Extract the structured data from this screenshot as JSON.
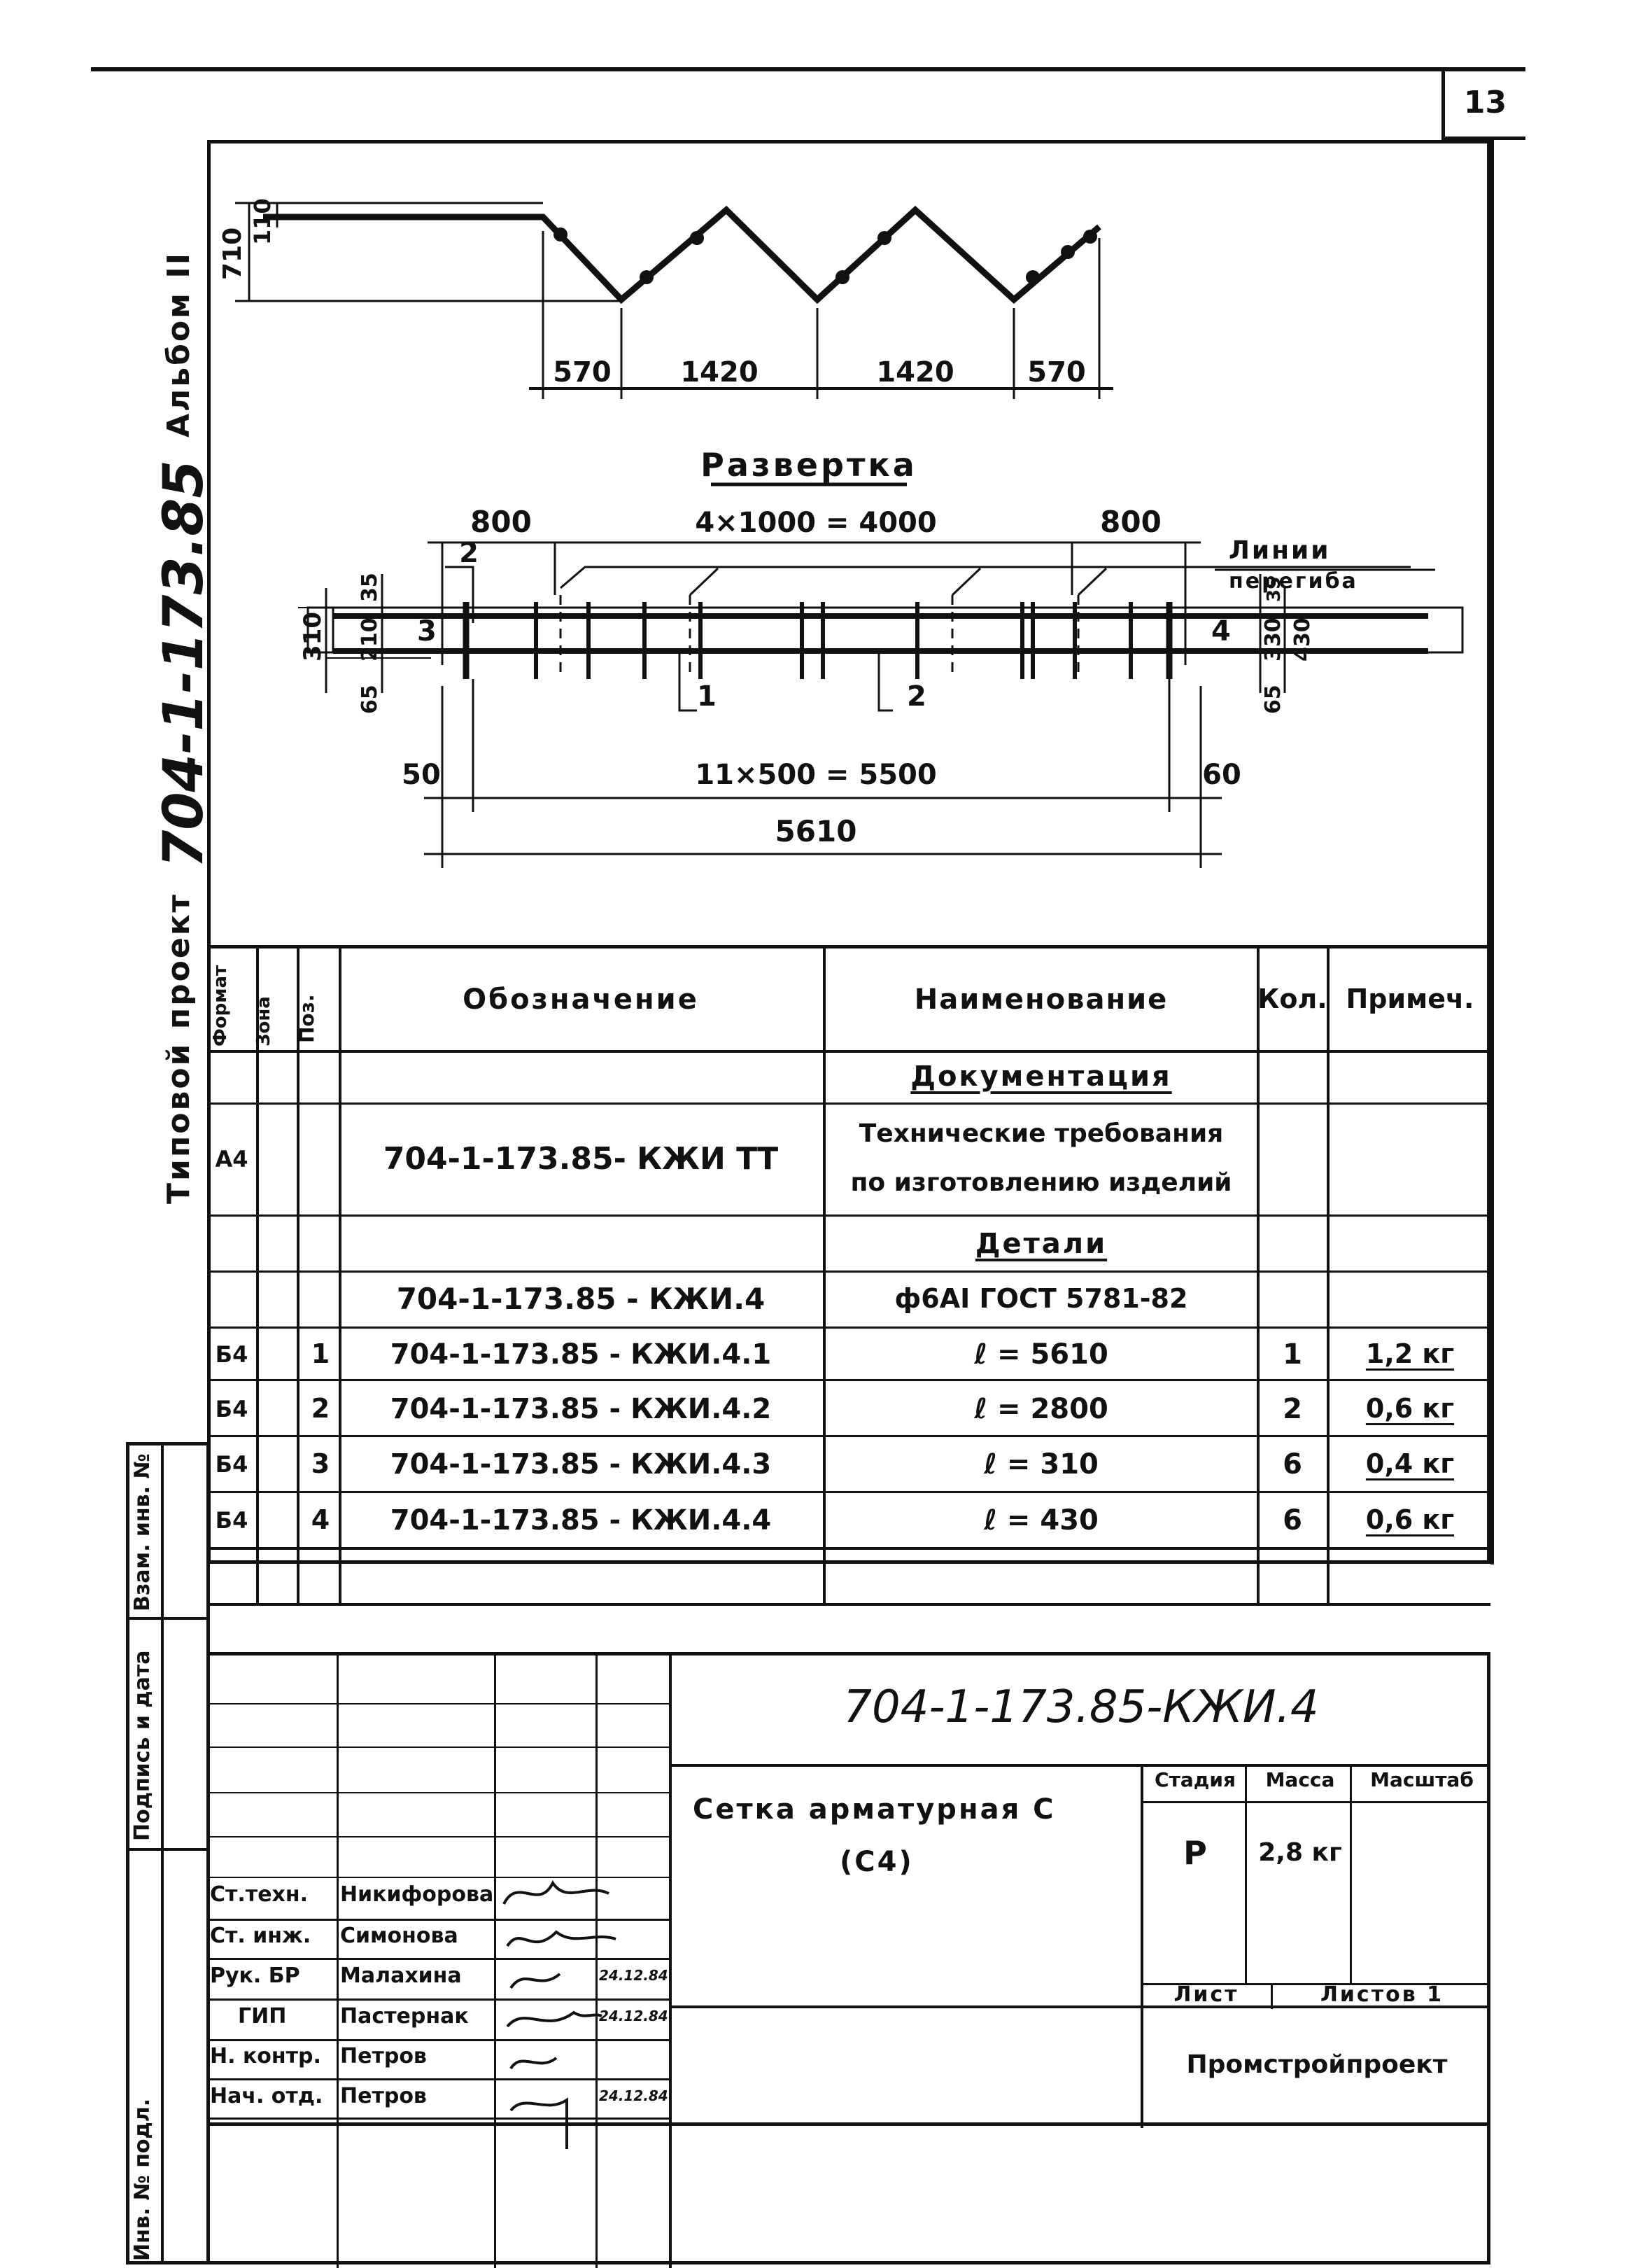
{
  "sheet": {
    "number": "13",
    "album": "Альбом II",
    "project_label": "Типовой проект",
    "project_code": "704-1-173.85"
  },
  "drawing": {
    "bent_dims": [
      "570",
      "1420",
      "1420",
      "570"
    ],
    "height_total": "710",
    "height_small": "110",
    "razvertka_title": "Развертка",
    "top_dims": {
      "left": "800",
      "middle": "4×1000 = 4000",
      "right": "800"
    },
    "bend_lines_label_1": "Линии",
    "bend_lines_label_2": "перегиба",
    "left_dims": [
      "35",
      "210",
      "310",
      "65"
    ],
    "right_dims": [
      "35",
      "330",
      "430",
      "65"
    ],
    "positions": [
      "1",
      "2",
      "3",
      "4"
    ],
    "bottom_dims": {
      "left": "50",
      "middle": "11×500 = 5500",
      "right": "60",
      "total": "5610"
    }
  },
  "spec_table": {
    "headers": {
      "format": "Формат",
      "zone": "Зона",
      "pos": "Поз.",
      "designation": "Обозначение",
      "name": "Наименование",
      "qty": "Кол.",
      "note": "Примеч."
    },
    "section_docs": "Документация",
    "doc_row": {
      "format": "А4",
      "designation": "704-1-173.85- КЖИ ТТ",
      "name_line1": "Технические требования",
      "name_line2": "по изготовлению изделий"
    },
    "section_parts": "Детали",
    "parts_header_row": {
      "designation": "704-1-173.85 - КЖИ.4",
      "name": "ф6АI ГОСТ 5781-82"
    },
    "rows": [
      {
        "format": "Б4",
        "pos": "1",
        "designation": "704-1-173.85 - КЖИ.4.1",
        "name": "ℓ = 5610",
        "qty": "1",
        "note": "1,2 кг"
      },
      {
        "format": "Б4",
        "pos": "2",
        "designation": "704-1-173.85 - КЖИ.4.2",
        "name": "ℓ = 2800",
        "qty": "2",
        "note": "0,6 кг"
      },
      {
        "format": "Б4",
        "pos": "3",
        "designation": "704-1-173.85 - КЖИ.4.3",
        "name": "ℓ = 310",
        "qty": "6",
        "note": "0,4 кг"
      },
      {
        "format": "Б4",
        "pos": "4",
        "designation": "704-1-173.85 - КЖИ.4.4",
        "name": "ℓ = 430",
        "qty": "6",
        "note": "0,6 кг"
      }
    ]
  },
  "side_stamp": {
    "inv_podl": "Инв. № подл.",
    "podpis_data": "Подпись и дата",
    "vzam_inv": "Взам. инв. №"
  },
  "title_block": {
    "document_code": "704-1-173.85-КЖИ.4",
    "title_line1": "Сетка арматурная С",
    "title_line2": "(С4)",
    "stage_label": "Стадия",
    "mass_label": "Масса",
    "scale_label": "Масштаб",
    "stage_value": "Р",
    "mass_value": "2,8 кг",
    "scale_value": "",
    "sheet_label": "Лист",
    "sheets_label": "Листов 1",
    "organization": "Промстройпроект",
    "signers": [
      {
        "role": "Ст.техн.",
        "name": "Никифорова",
        "date": ""
      },
      {
        "role": "Ст. инж.",
        "name": "Симонова",
        "date": ""
      },
      {
        "role": "Рук. БР",
        "name": "Малахина",
        "date": "24.12.84"
      },
      {
        "role": "ГИП",
        "name": "Пастернак",
        "date": "24.12.84"
      },
      {
        "role": "Н. контр.",
        "name": "Петров",
        "date": ""
      },
      {
        "role": "Нач. отд.",
        "name": "Петров",
        "date": "24.12.84"
      }
    ]
  }
}
